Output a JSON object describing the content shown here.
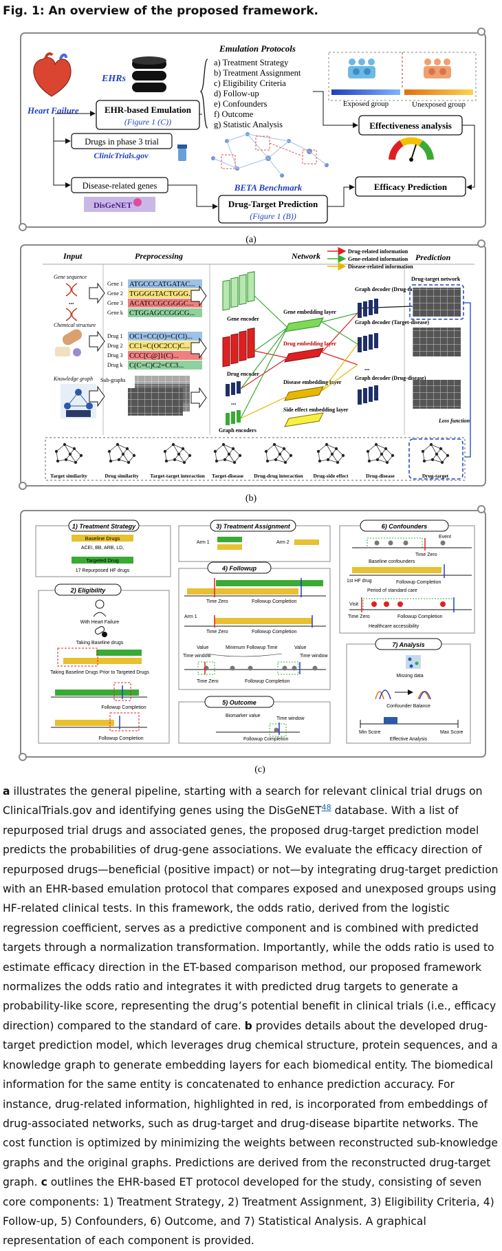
{
  "figure_title": "Fig. 1: An overview of the proposed framework.",
  "panel_a": {
    "label": "(a)",
    "heart_failure": "Heart Failure",
    "ehrs": "EHRs",
    "ehr_emulation": "EHR-based Emulation",
    "ehr_emulation_ref": "(Figure 1 (C))",
    "protocols_title": "Emulation Protocols",
    "protocols": [
      "a)  Treatment Strategy",
      "b)  Treatment Assignment",
      "c)  Eligibility Criteria",
      "d)  Follow-up",
      "e)  Confounders",
      "f)  Outcome",
      "g)  Statistic Analysis"
    ],
    "exposed": "Exposed group",
    "unexposed": "Unexposed group",
    "effectiveness": "Effectiveness analysis",
    "drugs_trial": "Drugs in phase 3 trial",
    "clinicaltrials": "ClinicTrials.gov",
    "disease_genes": "Disease-related genes",
    "disgenet": "DisGeNET",
    "beta": "BETA Benchmark",
    "dtp": "Drug-Target Prediction",
    "dtp_ref": "(Figure 1 (B))",
    "efficacy": "Efficacy Prediction"
  },
  "panel_b": {
    "label": "(b)",
    "headers": {
      "input": "Input",
      "preprocessing": "Preprocessing",
      "network": "Network",
      "prediction": "Prediction"
    },
    "legend": [
      "Drug-related information",
      "Gene-related information",
      "Disease-related information"
    ],
    "legend_colors": [
      "#e02020",
      "#3aaa35",
      "#e6b800"
    ],
    "gene_sequence": "Gene sequence",
    "genes": [
      {
        "name": "Gene 1",
        "seq": "ATGCCCATGATAC...",
        "color": "#9ec1e6"
      },
      {
        "name": "Gene 2",
        "seq": "TGGGGTACTGGG...",
        "color": "#f7e27a"
      },
      {
        "name": "Gene 3",
        "seq": "ACATCCGCGGGC...",
        "color": "#f08080"
      },
      {
        "name": "Gene k",
        "seq": "CTGGAGCCGGCG...",
        "color": "#8fd19e"
      }
    ],
    "chemical_structure": "Chemical structure",
    "drugs": [
      {
        "name": "Drug 1",
        "seq": "OC1=CC(O)=C(Cl)...",
        "color": "#9ec1e6"
      },
      {
        "name": "Drug 2",
        "seq": "CC1=C(OC2CC)C...",
        "color": "#f7e27a"
      },
      {
        "name": "Drug 3",
        "seq": "CCC[C@]1(C)...",
        "color": "#f08080"
      },
      {
        "name": "Drug k",
        "seq": "C(C=C)C2=CC3...",
        "color": "#8fd19e"
      }
    ],
    "knowledge_graph": "Knowledge graph",
    "sub_graphs": "Sub-graphs",
    "gene_encoder": "Gene encoder",
    "drug_encoder": "Drug encoder",
    "graph_encoders": "Graph encoders",
    "gene_embedding": "Gene embedding layer",
    "drug_embedding": "Drug embedding layer",
    "disease_embedding": "Disease embedding layer",
    "side_effect_embedding": "Side effect  embedding layer",
    "decoder_dt": "Graph decoder (Drug-target)",
    "decoder_td": "Graph decoder (Target-disease)",
    "decoder_dd": "Graph decoder (Drug-disease)",
    "dt_network": "Drug-target network",
    "loss": "Loss function",
    "ellipsis": "...",
    "graph_labels": [
      "Target  similarity",
      "Drug similarity",
      "Target-target interaction",
      "Target-disease",
      "Drug-drug interaction",
      "Drug-side effect",
      "Drug-disease",
      "Drug-target"
    ]
  },
  "panel_c": {
    "label": "(c)",
    "ts_title": "1) Treatment Strategy",
    "baseline_drugs": "Baseline Drugs",
    "baseline_list": "ACEI, BB, ARB, LD,",
    "targeted_drug": "Targeted Drug",
    "repurposed": "17 Repurposed HF drugs",
    "elig_title": "2) Eligibility",
    "with_hf": "With Heart Failure",
    "taking_baseline": "Taking Baseline drugs",
    "taking_prior": "Taking Baseline Drugs Prior to Targeted Drugs",
    "fc": "Followup Completion",
    "ta_title": "3) Treatment Assignment",
    "arm1": "Arm 1",
    "arm2": "Arm 2",
    "fu_title": "4) Followup",
    "time_zero": "Time Zero",
    "value": "Value",
    "min_fu": "Minimum Followup Time",
    "time_window": "Time window",
    "out_title": "5) Outcome",
    "biomarker": "Biomarker value",
    "conf_title": "6) Confounders",
    "event": "Event",
    "baseline_conf": "Baseline confounders",
    "first_hf": "1st HF drug",
    "period": "Period of standard care",
    "visit": "Visit",
    "healthcare": "Healthcare accessibility",
    "an_title": "7) Analysis",
    "missing": "Missing data",
    "conf_balance": "Confounder Balance",
    "min_score": "Min Score",
    "max_score": "Max Score",
    "effective": "Effective Analysis"
  },
  "paragraph": {
    "a": "a",
    "t1": " illustrates the general pipeline, starting with a search for relevant clinical trial drugs on ClinicalTrials.gov and identifying genes using the DisGeNET",
    "ref": "48",
    "t2": " database. With a list of repurposed trial drugs and associated genes, the proposed drug-target prediction model predicts the probabilities of drug-gene associations. We evaluate the efficacy direction of repurposed drugs—beneficial (positive impact) or not—by integrating drug-target prediction with an EHR-based emulation protocol that compares exposed and unexposed groups using HF-related clinical tests. In this framework, the odds ratio, derived from the logistic regression coefficient, serves as a predictive component and is combined with predicted targets through a normalization transformation. Importantly, while the odds ratio is used to estimate efficacy direction in the ET-based comparison method, our proposed framework normalizes the odds ratio and integrates it with predicted drug targets to generate a probability-like score, representing the drug’s potential benefit in clinical trials (i.e., efficacy direction) compared to the standard of care. ",
    "b": "b",
    "t3": " provides details about the developed drug-target prediction model, which leverages drug chemical structure, protein sequences, and a knowledge graph to generate embedding layers for each biomedical entity. The biomedical information for the same entity is concatenated to enhance prediction accuracy. For instance, drug-related information, highlighted in red, is incorporated from embeddings of drug-associated networks, such as drug-target and drug-disease bipartite networks. The cost function is optimized by minimizing the weights between reconstructed sub-knowledge graphs and the original graphs. Predictions are derived from the reconstructed drug-target graph. ",
    "c": "c",
    "t4": " outlines the EHR-based ET protocol developed for the study, consisting of seven core components: 1) Treatment Strategy, 2) Treatment Assignment, 3) Eligibility Criteria, 4) Follow-up, 5) Confounders, 6) Outcome, and 7) Statistical Analysis. A graphical representation of each component is provided."
  }
}
